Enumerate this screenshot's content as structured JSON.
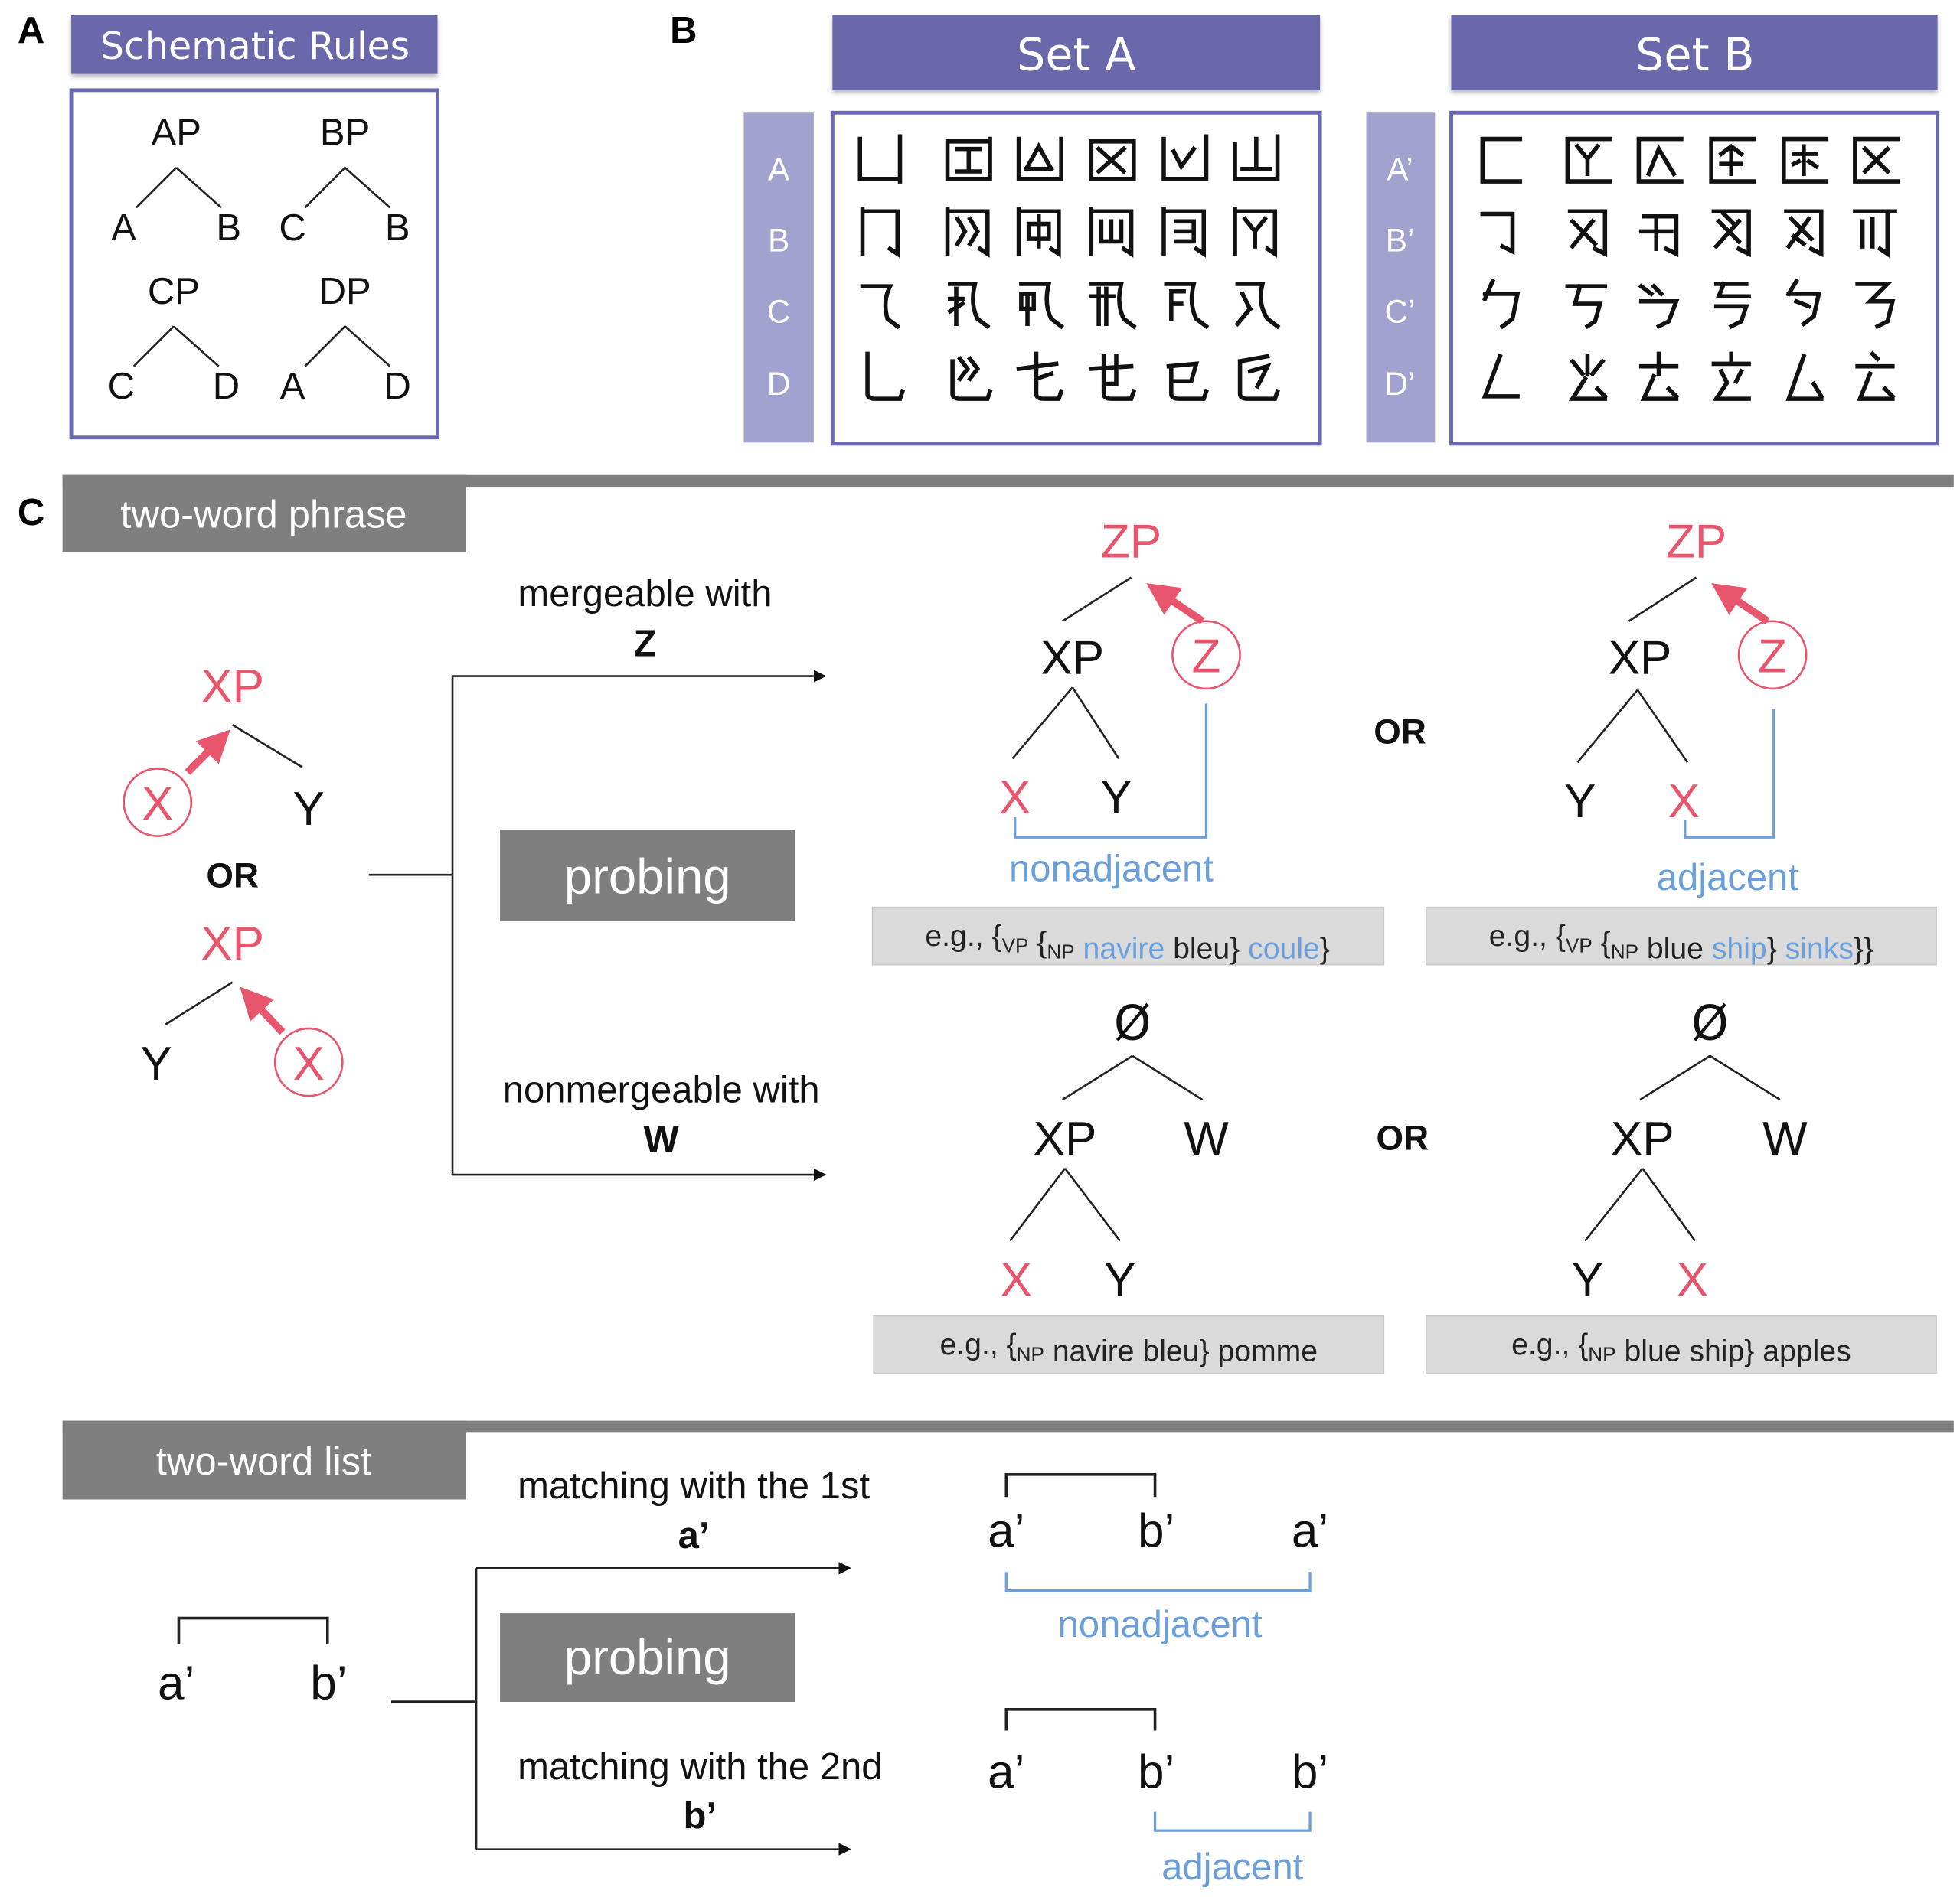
{
  "colors": {
    "header_purple": "#6767ab",
    "label_lavender": "#a2a2cf",
    "frame_purple": "#6a6ab0",
    "section_gray": "#7f7f7f",
    "example_box_gray": "#dadada",
    "highlight_pink": "#e8566e",
    "adjacency_blue": "#6a9fdc"
  },
  "panel_a": {
    "letter": "A",
    "header": "Schematic Rules",
    "rules": [
      {
        "parent": "AP",
        "left": "A",
        "right": "B"
      },
      {
        "parent": "BP",
        "left": "C",
        "right": "B"
      },
      {
        "parent": "CP",
        "left": "C",
        "right": "D"
      },
      {
        "parent": "DP",
        "left": "A",
        "right": "D"
      }
    ]
  },
  "panel_b": {
    "letter": "B",
    "sets": [
      {
        "header": "Set A",
        "row_labels": [
          "A",
          "B",
          "C",
          "D"
        ],
        "glyph_rows": [
          [
            "a-base",
            "a-1",
            "a-2",
            "a-3",
            "a-4",
            "a-5"
          ],
          [
            "b-base",
            "b-1",
            "b-2",
            "b-3",
            "b-4",
            "b-5"
          ],
          [
            "c-base",
            "c-1",
            "c-2",
            "c-3",
            "c-4",
            "c-5"
          ],
          [
            "d-base",
            "d-1",
            "d-2",
            "d-3",
            "d-4",
            "d-5"
          ]
        ]
      },
      {
        "header": "Set B",
        "row_labels": [
          "A’",
          "B’",
          "C’",
          "D’"
        ],
        "glyph_rows": [
          [
            "a2-base",
            "a2-1",
            "a2-2",
            "a2-3",
            "a2-4",
            "a2-5"
          ],
          [
            "b2-base",
            "b2-1",
            "b2-2",
            "b2-3",
            "b2-4",
            "b2-5"
          ],
          [
            "c2-base",
            "c2-1",
            "c2-2",
            "c2-3",
            "c2-4",
            "c2-5"
          ],
          [
            "d2-base",
            "d2-1",
            "d2-2",
            "d2-3",
            "d2-4",
            "d2-5"
          ]
        ]
      }
    ]
  },
  "panel_c": {
    "letter": "C",
    "phrase": {
      "tab": "two-word phrase",
      "input_trees": {
        "top": {
          "parent": "XP",
          "left": "X",
          "right": "Y"
        },
        "or": "OR",
        "bottom": {
          "parent": "XP",
          "left": "Y",
          "right": "X"
        }
      },
      "probing": "probing",
      "branch_merge": {
        "label": "mergeable with",
        "probe": "Z"
      },
      "branch_nonmerge": {
        "label": "nonmergeable with",
        "probe": "W"
      },
      "merge_trees": {
        "left": {
          "root": "ZP",
          "phrase": "XP",
          "probe": "Z",
          "daughters": [
            "X",
            "Y"
          ],
          "relation": "nonadjacent"
        },
        "or": "OR",
        "right": {
          "root": "ZP",
          "phrase": "XP",
          "probe": "Z",
          "daughters": [
            "Y",
            "X"
          ],
          "relation": "adjacent"
        }
      },
      "merge_examples": [
        {
          "prefix": "e.g., {",
          "parts": [
            {
              "text": "VP",
              "sub": true,
              "blue": false
            },
            {
              "text": " {",
              "sub": false,
              "blue": false
            },
            {
              "text": "NP",
              "sub": true,
              "blue": false
            },
            {
              "text": " navire",
              "sub": false,
              "blue": true
            },
            {
              "text": " bleu}",
              "sub": false,
              "blue": false
            },
            {
              "text": " coule",
              "sub": false,
              "blue": true
            },
            {
              "text": "}",
              "sub": false,
              "blue": false
            }
          ]
        },
        {
          "prefix": "e.g., {",
          "parts": [
            {
              "text": "VP",
              "sub": true,
              "blue": false
            },
            {
              "text": " {",
              "sub": false,
              "blue": false
            },
            {
              "text": "NP",
              "sub": true,
              "blue": false
            },
            {
              "text": " blue",
              "sub": false,
              "blue": false
            },
            {
              "text": " ship",
              "sub": false,
              "blue": true
            },
            {
              "text": "}",
              "sub": false,
              "blue": false
            },
            {
              "text": " sinks",
              "sub": false,
              "blue": true
            },
            {
              "text": "}}",
              "sub": false,
              "blue": false
            }
          ]
        }
      ],
      "nonmerge_trees": {
        "left": {
          "root": "Ø",
          "phrase": "XP",
          "probe": "W",
          "daughters": [
            "X",
            "Y"
          ]
        },
        "or": "OR",
        "right": {
          "root": "Ø",
          "phrase": "XP",
          "probe": "W",
          "daughters": [
            "Y",
            "X"
          ]
        }
      },
      "nonmerge_examples": [
        {
          "prefix": "e.g., {",
          "parts": [
            {
              "text": "NP",
              "sub": true,
              "blue": false
            },
            {
              "text": " navire bleu} pomme",
              "sub": false,
              "blue": false
            }
          ]
        },
        {
          "prefix": "e.g., {",
          "parts": [
            {
              "text": "NP",
              "sub": true,
              "blue": false
            },
            {
              "text": " blue ship} apples",
              "sub": false,
              "blue": false
            }
          ]
        }
      ]
    },
    "list": {
      "tab": "two-word list",
      "input": [
        "a’",
        "b’"
      ],
      "probing": "probing",
      "branch_first": {
        "label": "matching with the 1st",
        "probe": "a’"
      },
      "branch_second": {
        "label": "matching with the 2nd",
        "probe": "b’"
      },
      "result_first": {
        "items": [
          "a’",
          "b’",
          "a’"
        ],
        "relation": "nonadjacent"
      },
      "result_second": {
        "items": [
          "a’",
          "b’",
          "b’"
        ],
        "relation": "adjacent"
      }
    }
  }
}
